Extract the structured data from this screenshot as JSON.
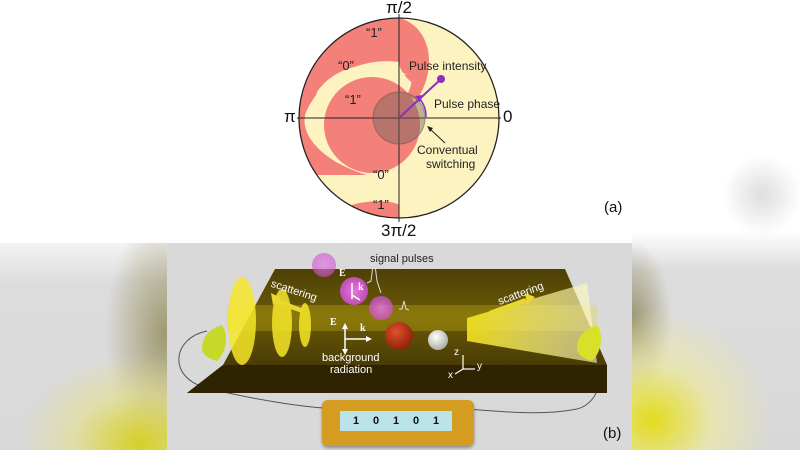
{
  "panel_a": {
    "tag": "(a)",
    "axis_labels": {
      "top": "π/2",
      "bottom": "3π/2",
      "left": "π",
      "right": "0"
    },
    "region_labels": [
      "“1”",
      "“0”",
      "“1”",
      "“0”",
      "“1”"
    ],
    "annotations": {
      "pulse_intensity": "Pulse intensity",
      "pulse_phase": "Pulse phase",
      "conventional_switching_line1": "Conventual",
      "conventional_switching_line2": "switching"
    },
    "colors": {
      "state_1": "#f4807a",
      "state_0": "#fdf3c0",
      "pulse_vector": "#8a2fc0",
      "center_disk": "#8a7070"
    }
  },
  "panel_b": {
    "tag": "(b)",
    "labels": {
      "signal_pulses": "signal pulses",
      "scattering_left": "scattering",
      "scattering_right": "scattering",
      "background_radiation_line1": "background",
      "background_radiation_line2": "radiation",
      "field_E": "E",
      "wave_k": "k",
      "axis_z": "z",
      "axis_x": "x",
      "axis_y": "y"
    },
    "display": {
      "bits": [
        "1",
        "0",
        "1",
        "0",
        "1"
      ]
    },
    "colors": {
      "board": "#5a4a05",
      "beam": "#f0e020",
      "pulse": "#d86ad8",
      "display_case": "#d49c20",
      "display_screen": "#b9e3e8"
    }
  }
}
